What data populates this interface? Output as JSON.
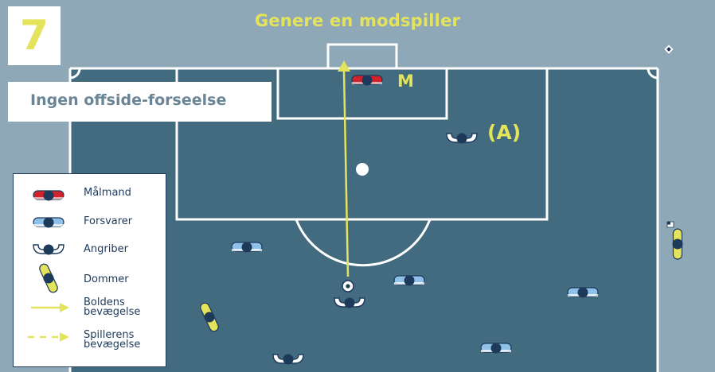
{
  "badge_number": "7",
  "title": "Genere en modspiller",
  "subtitle": "Ingen offside-forseelse",
  "labels": {
    "goalkeeper": "M",
    "attacker": "(A)"
  },
  "legend": {
    "goalkeeper": "Målmand",
    "defender": "Forsvarer",
    "attacker": "Angriber",
    "referee": "Dommer",
    "ball_movement": [
      "Boldens",
      "bevægelse"
    ],
    "player_movement": [
      "Spillerens",
      "bevægelse"
    ]
  },
  "colors": {
    "pitch": "#436b80",
    "surround": "#8fa8b8",
    "lines": "#ffffff",
    "accent_yellow": "#e4e35c",
    "goalkeeper_red": "#d3222a",
    "defender_blue": "#8ec0e8",
    "dark_navy": "#1d3a5a"
  }
}
